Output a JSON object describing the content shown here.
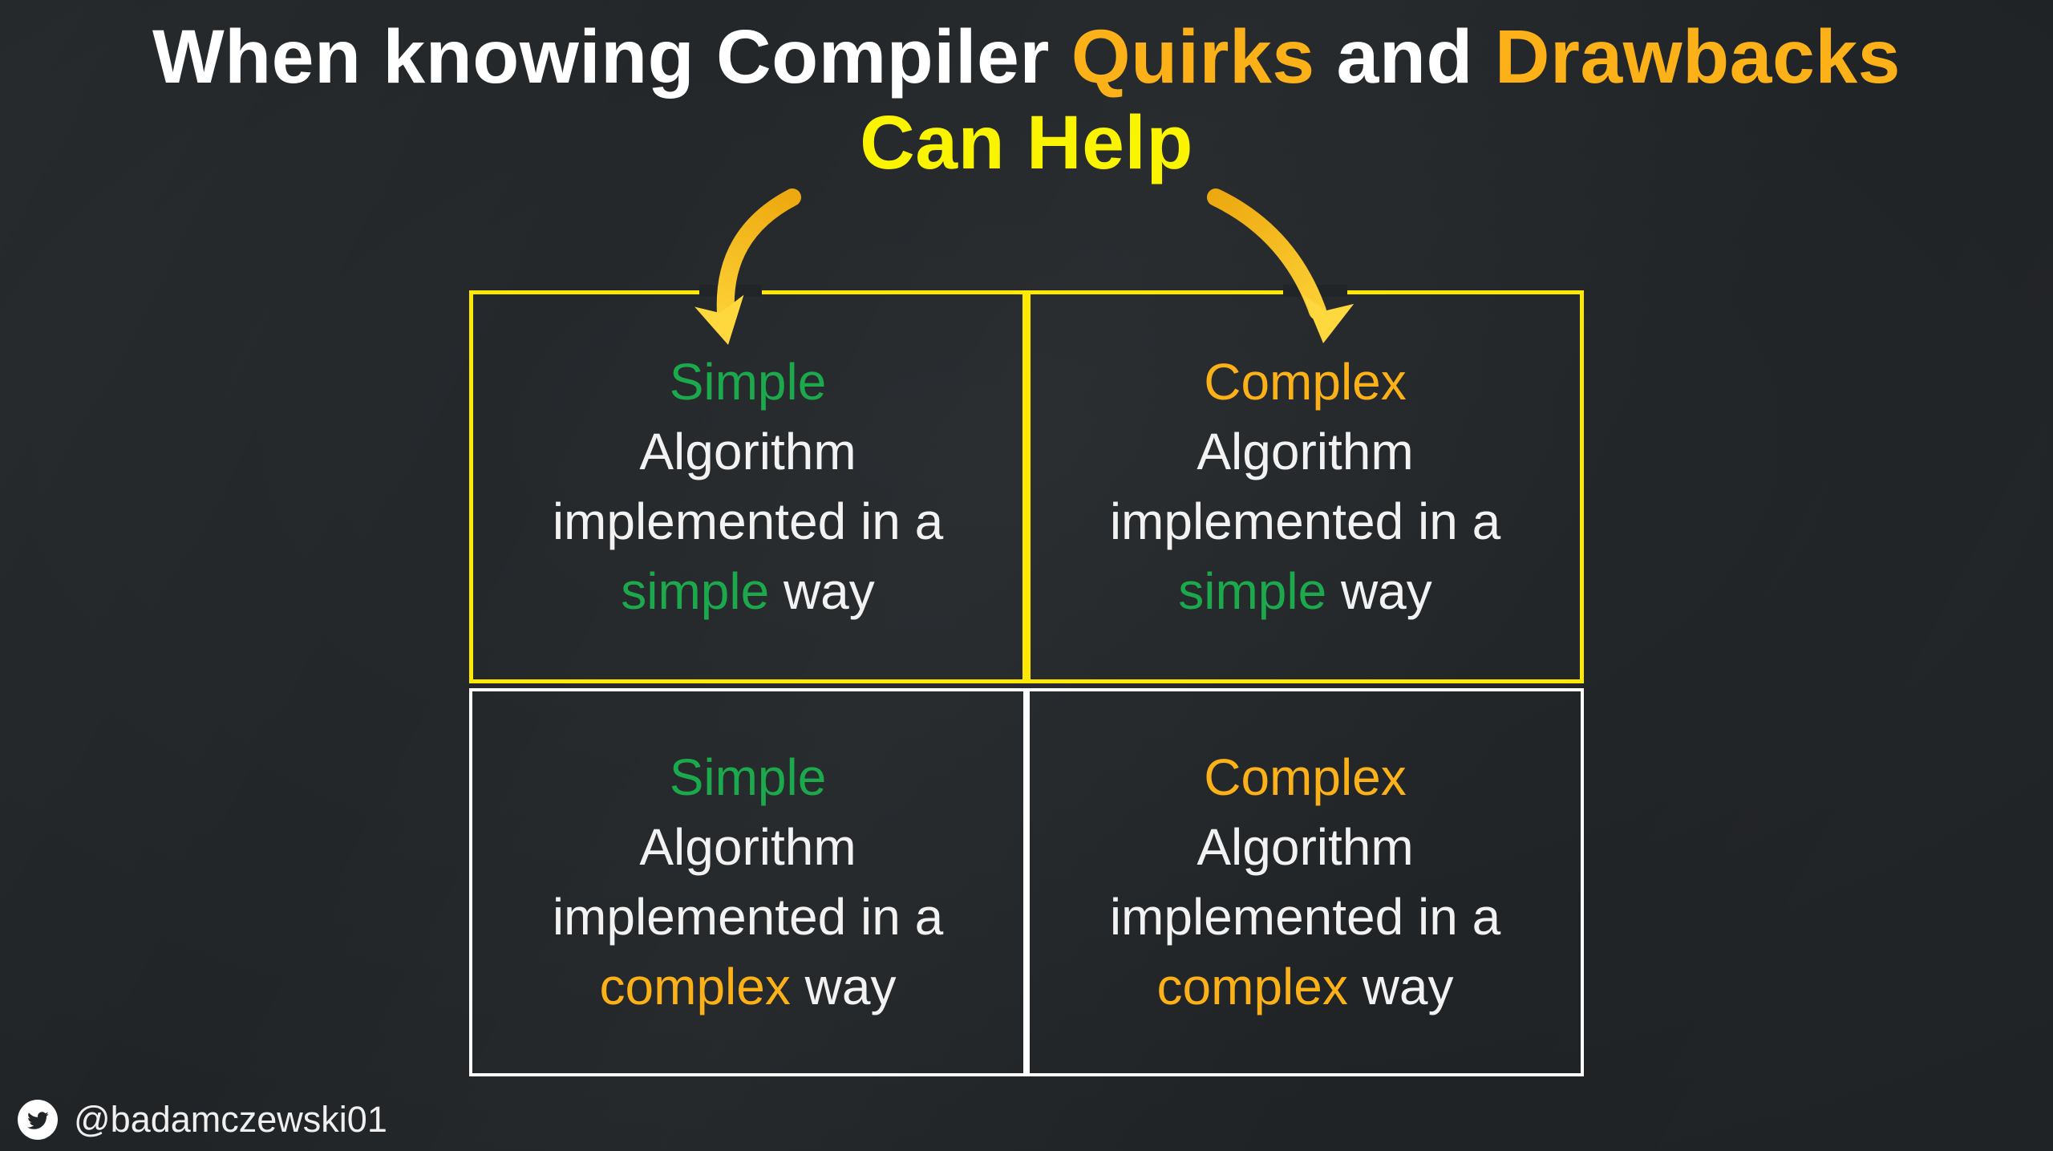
{
  "slide": {
    "title": {
      "line1_part1": "When knowing Compiler ",
      "line1_accent1": "Quirks",
      "line1_part2": " and ",
      "line1_accent2": "Drawbacks",
      "line2": "Can Help"
    },
    "matrix": {
      "cells": [
        {
          "position": "top-left",
          "keyword": "Simple",
          "line2": "Algorithm",
          "line3": "implemented in a",
          "adverb": "simple",
          "line4_suffix": " way"
        },
        {
          "position": "top-right",
          "keyword": "Complex",
          "line2": "Algorithm",
          "line3": "implemented in a",
          "adverb": "simple",
          "line4_suffix": " way"
        },
        {
          "position": "bottom-left",
          "keyword": "Simple",
          "line2": "Algorithm",
          "line3": "implemented in a",
          "adverb": "complex",
          "line4_suffix": " way"
        },
        {
          "position": "bottom-right",
          "keyword": "Complex",
          "line2": "Algorithm",
          "line3": "implemented in a",
          "adverb": "complex",
          "line4_suffix": " way"
        }
      ]
    },
    "footer": {
      "twitter_handle": "@badamczewski01"
    },
    "icons": {
      "twitter": "twitter-bird-icon"
    },
    "palette": {
      "background": "#212528",
      "title_text": "#FFFFFF",
      "accent_gold": "#FBB117",
      "accent_bright_yellow": "#FAF400",
      "accent_green": "#1BA94C",
      "cell_text": "#F2F2F2",
      "top_row_border": "#FFE900",
      "bottom_row_border": "#FFFFFF",
      "arrow_gradient_tail": "#EDA90F",
      "arrow_gradient_head": "#FFD83D"
    }
  }
}
